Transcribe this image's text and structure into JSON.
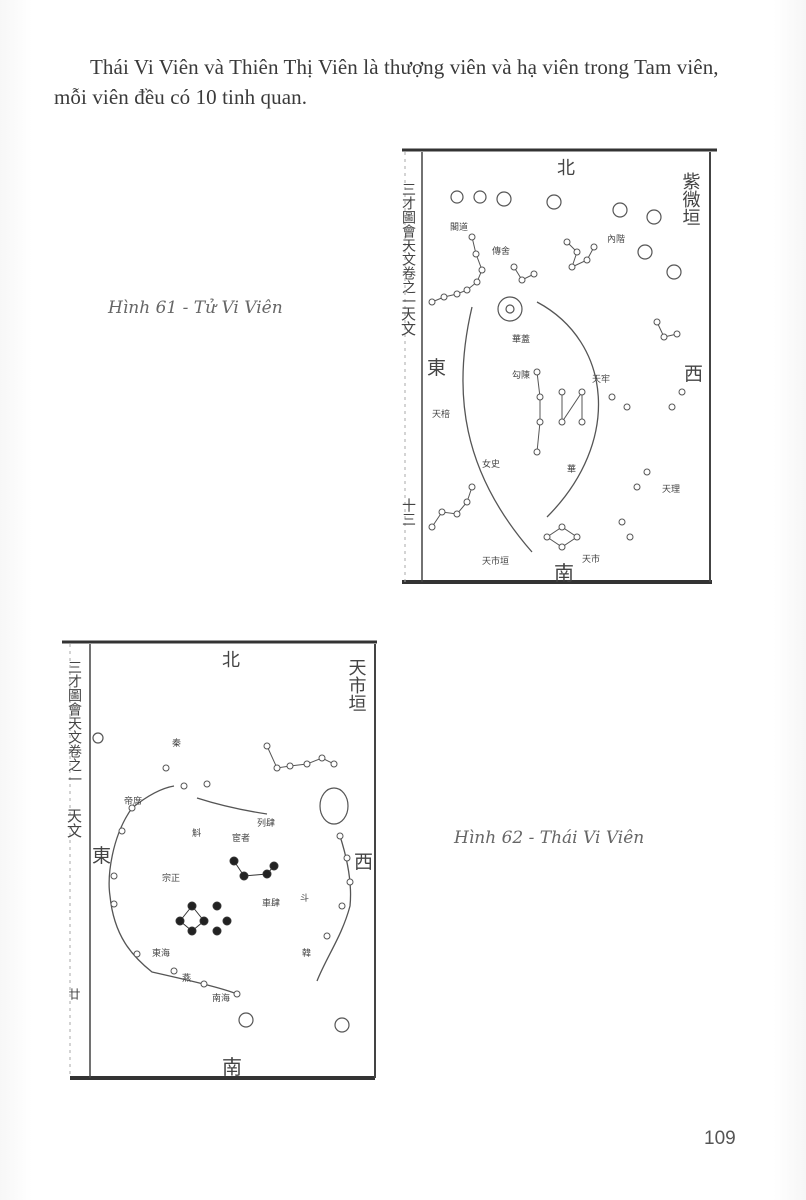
{
  "body": {
    "paragraph": "Thái Vi Viên và Thiên Thị Viên là thượng viên và hạ viên trong Tam viên, mỗi viên đều có 10 tinh quan."
  },
  "figures": [
    {
      "caption": "Hình 61 - Tử Vi Viên",
      "chart_labels": {
        "north": "北",
        "south": "南",
        "east": "東",
        "west": "西",
        "title": "紫微垣",
        "side_title": "三才圖會天文卷之一",
        "side_section": "天文",
        "page_marker": "十三"
      }
    },
    {
      "caption": "Hình 62 - Thái Vi Viên",
      "chart_labels": {
        "north": "北",
        "south": "南",
        "east": "東",
        "west": "西",
        "title": "天市垣",
        "side_title": "三才圖會天文卷之一",
        "side_section": "天文",
        "page_marker": "廿"
      }
    }
  ],
  "footer": {
    "page_number": "109"
  }
}
